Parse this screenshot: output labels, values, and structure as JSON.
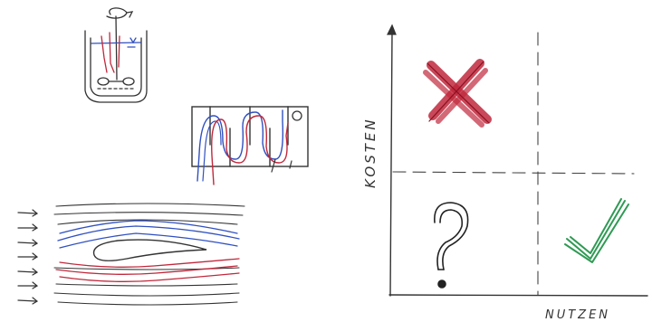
{
  "matrix": {
    "y_axis_label": "KOSTEN",
    "x_axis_label": "NUTZEN",
    "quadrants": {
      "top_left": "cross-mark-icon",
      "bottom_left": "question-mark-icon",
      "bottom_right": "check-mark-icon",
      "top_right": ""
    }
  },
  "colors": {
    "ink": "#333333",
    "red": "#c0283c",
    "blue": "#3050c0",
    "green": "#2f9a54"
  },
  "sketches": [
    "stirred-tank-sketch",
    "heat-exchanger-sketch",
    "airfoil-flow-sketch"
  ]
}
